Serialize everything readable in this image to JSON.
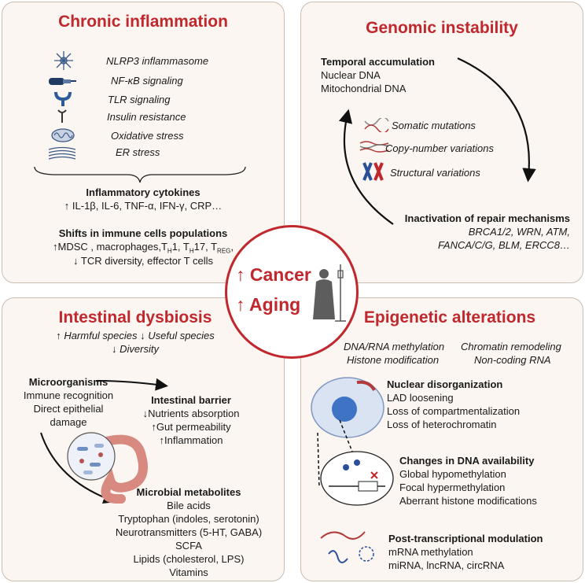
{
  "colors": {
    "accent": "#c0282d",
    "panel_bg": "#fbf6f1",
    "panel_border": "#c9bdb2"
  },
  "center": {
    "cancer": "Cancer",
    "aging": "Aging",
    "up_arrow": "↑"
  },
  "inflammation": {
    "title": "Chronic inflammation",
    "items": [
      "NLRP3 inflammasome",
      "NF-κB signaling",
      "TLR signaling",
      "Insulin resistance",
      "Oxidative stress",
      "ER stress"
    ],
    "cytokines_heading": "Inflammatory cytokines",
    "cytokines": "↑ IL-1β, IL-6, TNF-α, IFN-γ, CRP…",
    "immune_heading": "Shifts in immune cells populations",
    "immune_line1": "↑MDSC , macrophages,T",
    "immune_line1_sub1": "H",
    "immune_line1_mid": "1, T",
    "immune_line1_sub2": "H",
    "immune_line1_mid2": "17, T",
    "immune_line1_sub3": "REG",
    "immune_line1_end": ",",
    "immune_line2": "↓ TCR diversity,  effector T cells"
  },
  "genomic": {
    "title": "Genomic instability",
    "temporal_heading": "Temporal accumulation",
    "temporal_items": [
      "Nuclear DNA",
      "Mitochondrial DNA"
    ],
    "variations": [
      "Somatic mutations",
      "Copy-number variations",
      "Structural variations"
    ],
    "repair_heading": "Inactivation of repair mechanisms",
    "repair_line1": "BRCA1/2, WRN, ATM,",
    "repair_line2": "FANCA/C/G, BLM, ERCC8…"
  },
  "dysbiosis": {
    "title": "Intestinal dysbiosis",
    "species_line1": "↑ Harmful species ↓ Useful species",
    "species_line2": "↓ Diversity",
    "microorganisms_heading": "Microorganisms",
    "microorganisms_items": [
      "Immune recognition",
      "Direct epithelial",
      "damage"
    ],
    "barrier_heading": "Intestinal barrier",
    "barrier_items": [
      "↓Nutrients absorption",
      "↑Gut permeability",
      "↑Inflammation"
    ],
    "metabolites_heading": "Microbial metabolites",
    "metabolites_items": [
      "Bile acids",
      "Tryptophan (indoles, serotonin)",
      "Neurotransmitters (5-HT, GABA)",
      "SCFA",
      "Lipids (cholesterol, LPS)",
      "Vitamins"
    ]
  },
  "epigenetic": {
    "title": "Epigenetic alterations",
    "mods_line1_left": "DNA/RNA methylation",
    "mods_line1_right": "Chromatin remodeling",
    "mods_line2_left": "Histone modification",
    "mods_line2_right": "Non-coding RNA",
    "nuclear_heading": "Nuclear disorganization",
    "nuclear_items": [
      "LAD loosening",
      "Loss of compartmentalization",
      "Loss of heterochromatin"
    ],
    "dna_heading": "Changes in DNA availability",
    "dna_items": [
      "Global hypomethylation",
      "Focal hypermethylation",
      "Aberrant histone modifications"
    ],
    "post_heading": "Post-transcriptional modulation",
    "post_items": [
      "mRNA methylation",
      "miRNA, lncRNA, circRNA"
    ]
  }
}
